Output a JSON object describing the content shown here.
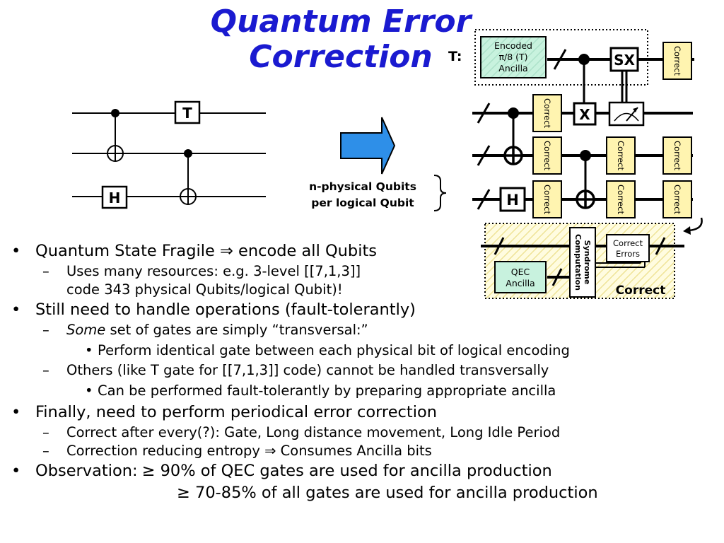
{
  "title": {
    "line1": "Quantum Error",
    "line2": "Correction"
  },
  "diagram": {
    "simple_circuit": {
      "t_gate_label": "T",
      "h_gate_label": "H"
    },
    "arrow_caption": {
      "line1": "n-physical Qubits",
      "line2": "per logical Qubit"
    },
    "t_label": "T:",
    "ancilla_box": {
      "line1": "Encoded",
      "line2": "π/8 (T)",
      "line3": "Ancilla"
    },
    "sx_label": "SX",
    "x_label": "X",
    "h_label": "H",
    "correct_label": "Correct",
    "correction_block": {
      "qec_ancilla": {
        "line1": "QEC",
        "line2": "Ancilla"
      },
      "syndrome": {
        "line1": "Syndrome",
        "line2": "Computation"
      },
      "correct_errors": {
        "line1": "Correct",
        "line2": "Errors"
      },
      "footer": "Correct"
    }
  },
  "bullets": {
    "b1": {
      "text": "Quantum State Fragile ⇒ encode all Qubits"
    },
    "b1a": {
      "line1": "Uses many resources: e.g. 3-level [[7,1,3]]",
      "line2": "code 343 physical Qubits/logical Qubit)!"
    },
    "b2": {
      "text": "Still need to handle operations (fault-tolerantly)"
    },
    "b2a": {
      "italic": "Some",
      "rest": " set of gates are simply “transversal:”"
    },
    "b2a1": {
      "text": "Perform identical gate between each physical bit of logical encoding"
    },
    "b2b": {
      "text": "Others (like T gate for [[7,1,3]] code) cannot be handled transversally"
    },
    "b2b1": {
      "text": "Can be performed fault-tolerantly by preparing appropriate ancilla"
    },
    "b3": {
      "text": "Finally, need to perform periodical error correction"
    },
    "b3a": {
      "text": "Correct after every(?): Gate, Long distance movement, Long Idle Period"
    },
    "b3b": {
      "text": "Correction reducing entropy ⇒ Consumes Ancilla bits"
    },
    "b4": {
      "label": "Observation:",
      "line1": "≥ 90% of QEC gates are used for ancilla production",
      "line2": "≥ 70-85% of all gates are used for ancilla production"
    }
  },
  "colors": {
    "title": "#1a1ad0",
    "arrow": "#2e8fe8",
    "ancilla_fill": "#c8f2de",
    "correct_fill": "#fff4b0",
    "hatch_fill": "#fffce0"
  }
}
